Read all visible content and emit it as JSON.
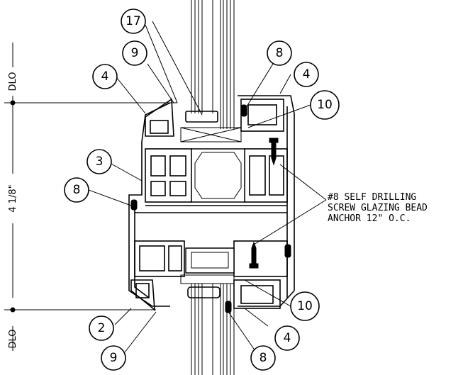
{
  "callouts": [
    {
      "id": "c17",
      "label": "17"
    },
    {
      "id": "c9a",
      "label": "9"
    },
    {
      "id": "c8a",
      "label": "8"
    },
    {
      "id": "c4a",
      "label": "4"
    },
    {
      "id": "c4b",
      "label": "4"
    },
    {
      "id": "c10a",
      "label": "10"
    },
    {
      "id": "c3",
      "label": "3"
    },
    {
      "id": "c8b",
      "label": "8"
    },
    {
      "id": "c2",
      "label": "2"
    },
    {
      "id": "c10b",
      "label": "10"
    },
    {
      "id": "c4c",
      "label": "4"
    },
    {
      "id": "c9b",
      "label": "9"
    },
    {
      "id": "c8c",
      "label": "8"
    }
  ],
  "note": {
    "line1": "#8 SELF DRILLING",
    "line2": "SCREW GLAZING BEAD",
    "line3": "ANCHOR 12\" O.C."
  },
  "dimension": {
    "top_label": "DLO",
    "middle_label": "4 1/8\"",
    "bottom_label": "DLO"
  }
}
